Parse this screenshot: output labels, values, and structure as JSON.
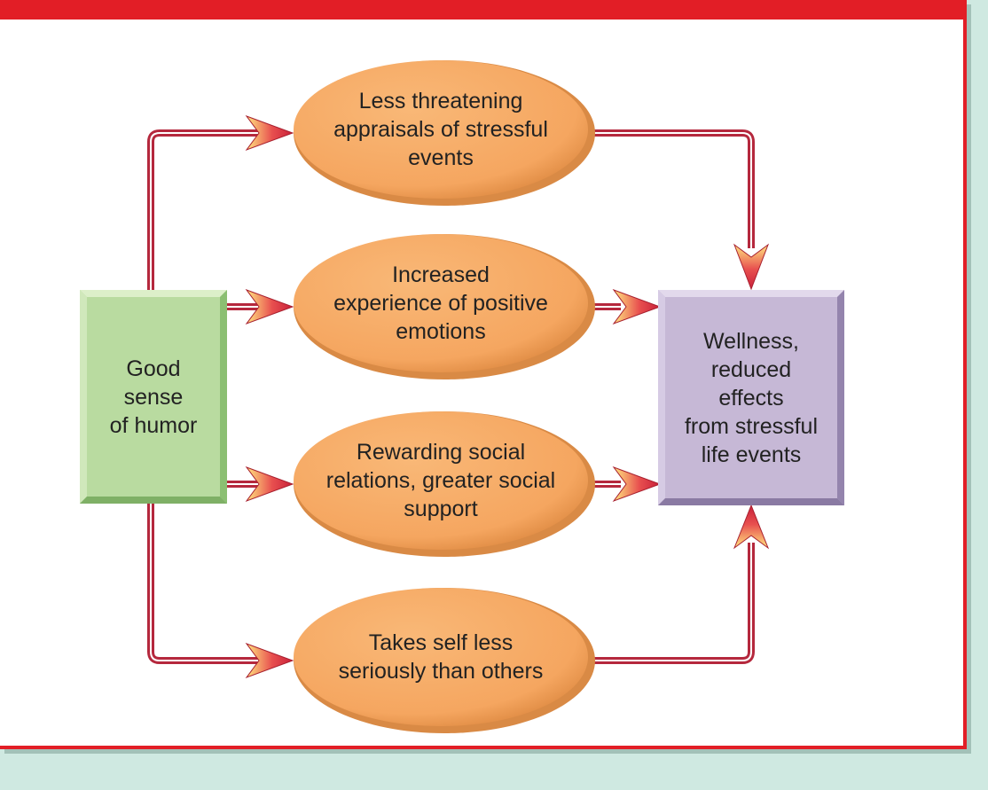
{
  "diagram": {
    "source": {
      "label": "Good\nsense\nof humor",
      "color": "#b9dba0"
    },
    "target": {
      "label": "Wellness,\nreduced\neffects\nfrom stressful\nlife events",
      "color": "#c6b8d6"
    },
    "mediators": [
      {
        "label": "Less threatening\nappraisals of stressful\nevents"
      },
      {
        "label": "Increased\nexperience of positive\nemotions"
      },
      {
        "label": "Rewarding social\nrelations, greater social\nsupport"
      },
      {
        "label": "Takes self less\nseriously than others"
      }
    ],
    "colors": {
      "frame": "#e21e26",
      "background": "#cfe9e1",
      "ellipse": "#f7ad6b",
      "arrow_line": "#b5283d"
    }
  }
}
